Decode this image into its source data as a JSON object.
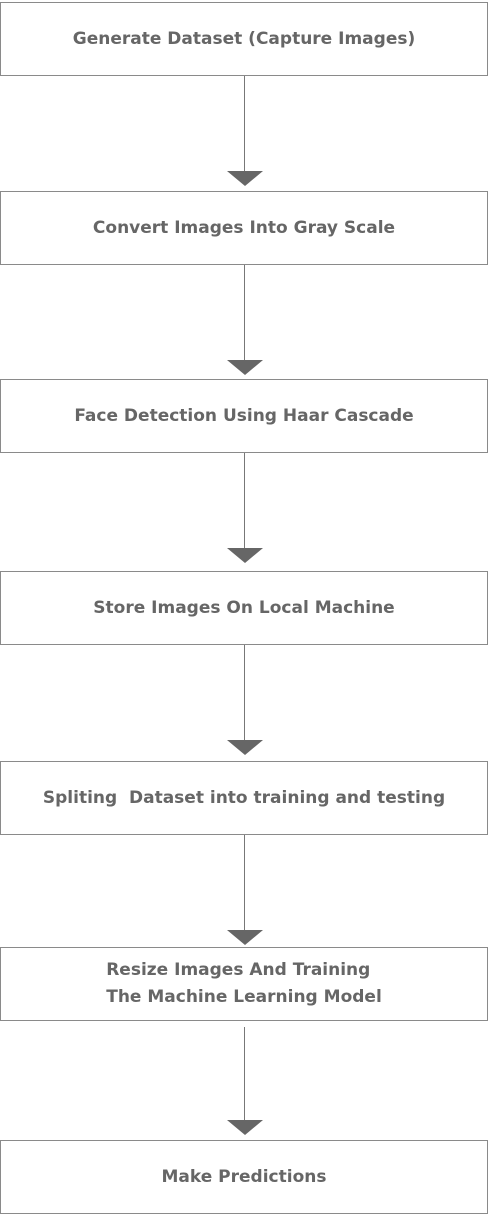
{
  "steps": [
    {
      "label": "Generate Dataset (Capture Images)"
    },
    {
      "label": "Convert Images Into Gray Scale"
    },
    {
      "label": "Face Detection Using Haar Cascade"
    },
    {
      "label": "Store Images On Local Machine"
    },
    {
      "label": "Spliting  Dataset into training and testing"
    },
    {
      "label_line1": "Resize Images And Training",
      "label_line2": "The Machine Learning Model"
    },
    {
      "label": "Make Predictions"
    }
  ]
}
